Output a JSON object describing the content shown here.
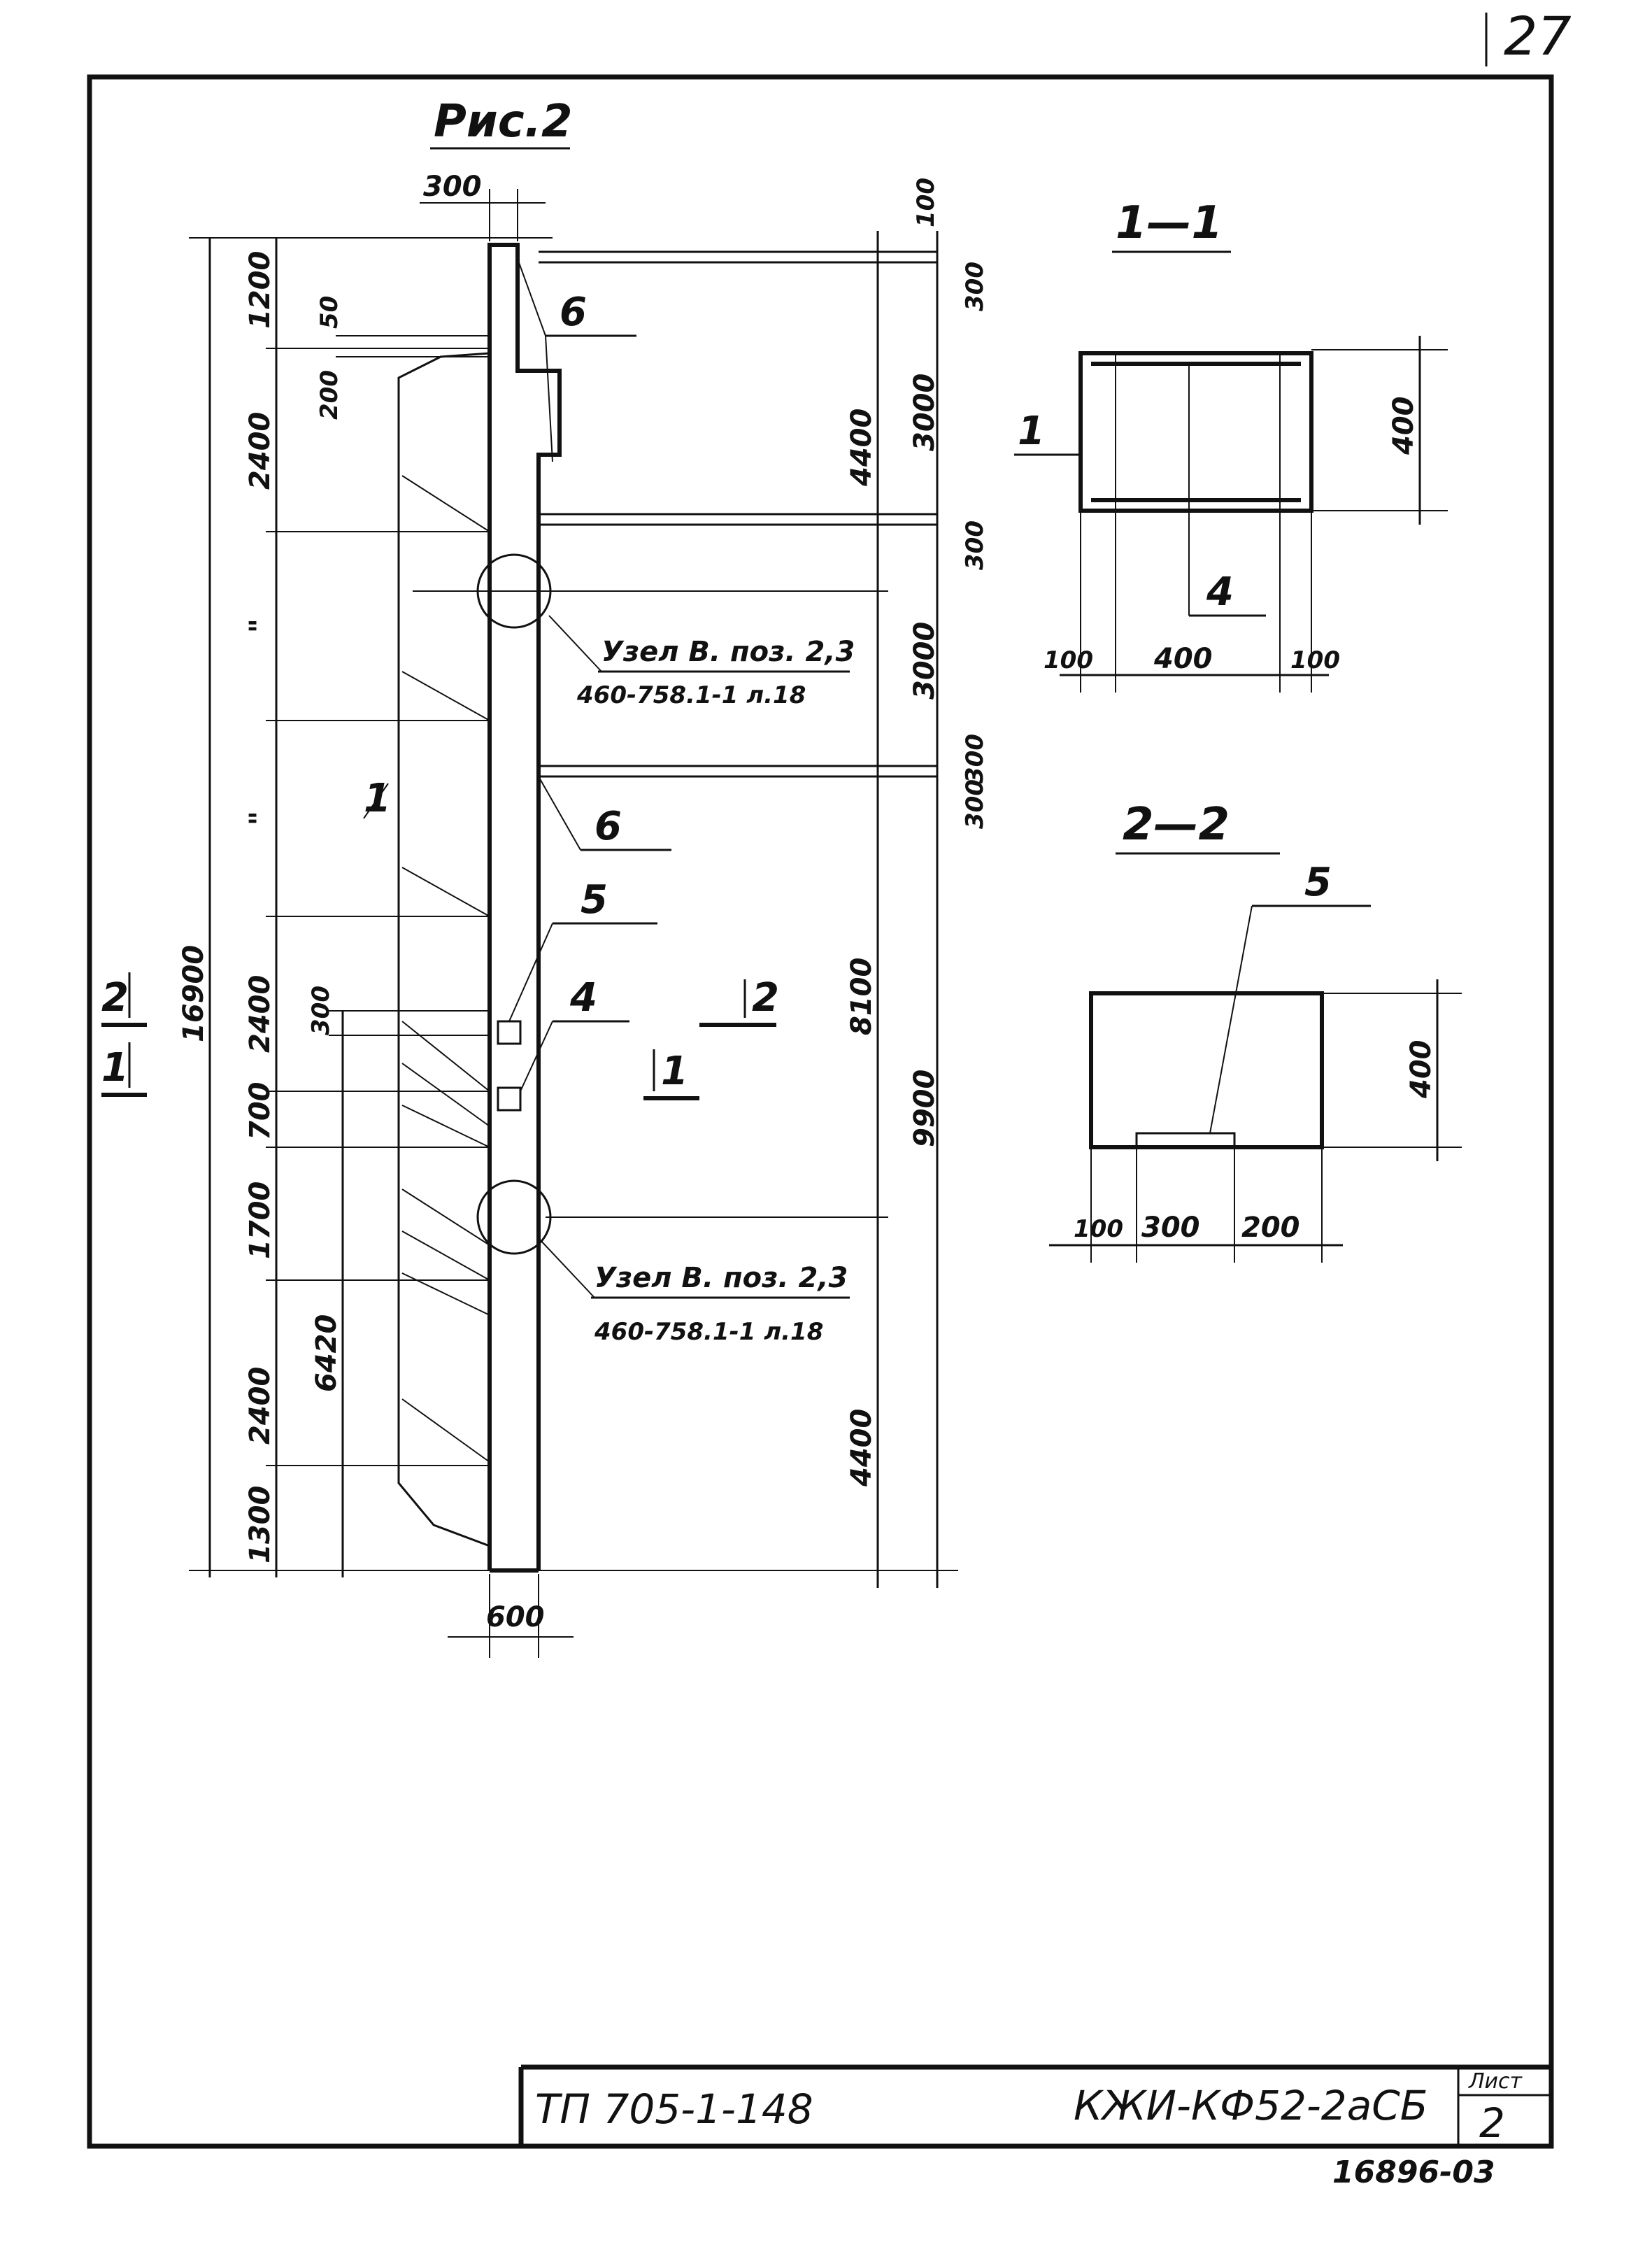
{
  "page": {
    "number": "27",
    "footer_code": "16896-03"
  },
  "figure": {
    "title": "Рис.2"
  },
  "elevation": {
    "top_dims": {
      "width": "300"
    },
    "bottom_dims": {
      "width": "600"
    },
    "left_dims": {
      "total": "16900",
      "segments": [
        "1200",
        "2400",
        "\"",
        "\"",
        "2400",
        "700",
        "1700",
        "2400",
        "1300"
      ],
      "sub": [
        "50",
        "200",
        "300"
      ],
      "mid": "6420"
    },
    "right_dims": {
      "outer": [
        "100",
        "300",
        "3000",
        "300",
        "3000",
        "300",
        "300"
      ],
      "inner": [
        "4400",
        "8100",
        "9900",
        "4400"
      ]
    },
    "callouts": [
      "6",
      "6",
      "1",
      "5",
      "4"
    ],
    "cut_marks": [
      "2",
      "1",
      "2",
      "1"
    ],
    "node_refs": [
      {
        "line1": "Узел В. поз. 2,3",
        "line2": "460-758.1-1 л.18"
      },
      {
        "line1": "Узел В. поз. 2,3",
        "line2": "460-758.1-1 л.18"
      }
    ]
  },
  "section_1_1": {
    "title": "1—1",
    "height": "400",
    "widths": [
      "100",
      "400",
      "100"
    ],
    "callouts": [
      "1",
      "4"
    ]
  },
  "section_2_2": {
    "title": "2—2",
    "height": "400",
    "widths": [
      "100",
      "300",
      "200"
    ],
    "callouts": [
      "5"
    ]
  },
  "stamp": {
    "project": "ТП 705-1-148",
    "mark": "КЖИ-КФ52-2аСБ",
    "sheet_label": "Лист",
    "sheet_number": "2"
  }
}
